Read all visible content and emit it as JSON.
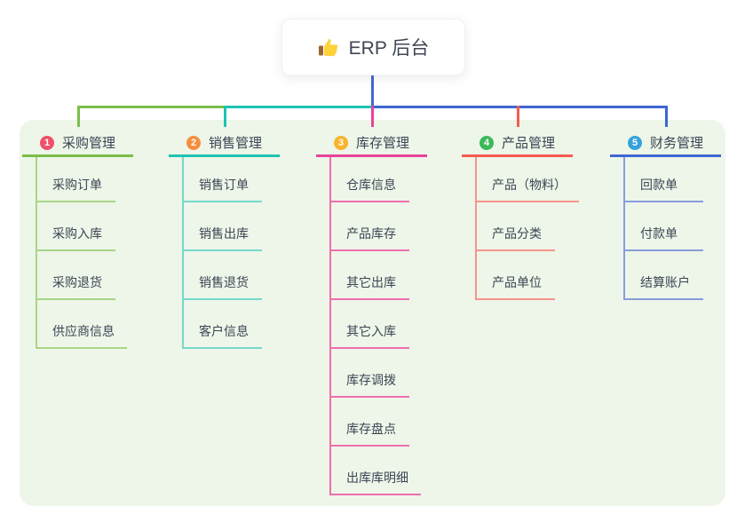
{
  "root": {
    "title": "ERP 后台",
    "icon": "thumbs-up-icon"
  },
  "panel_color": "#edf6e8",
  "connector": {
    "root_stem_color": "#4565d2"
  },
  "branches": [
    {
      "index": "1",
      "title": "采购管理",
      "badge_color": "#f0506a",
      "line_color": "#7cbe4a",
      "child_line_color": "#a9d589",
      "children": [
        "采购订单",
        "采购入库",
        "采购退货",
        "供应商信息"
      ]
    },
    {
      "index": "2",
      "title": "销售管理",
      "badge_color": "#f68e3e",
      "line_color": "#1ec3b2",
      "child_line_color": "#76d8cb",
      "children": [
        "销售订单",
        "销售出库",
        "销售退货",
        "客户信息"
      ]
    },
    {
      "index": "3",
      "title": "库存管理",
      "badge_color": "#f9b32c",
      "line_color": "#e8429a",
      "child_line_color": "#ef6fae",
      "children": [
        "仓库信息",
        "产品库存",
        "其它出库",
        "其它入库",
        "库存调拨",
        "库存盘点",
        "出库库明细"
      ]
    },
    {
      "index": "4",
      "title": "产品管理",
      "badge_color": "#3cb95a",
      "line_color": "#f75b50",
      "child_line_color": "#f9948c",
      "children": [
        "产品（物料）",
        "产品分类",
        "产品单位"
      ]
    },
    {
      "index": "5",
      "title": "财务管理",
      "badge_color": "#35a2dc",
      "line_color": "#3e66d3",
      "child_line_color": "#8a9cdd",
      "children": [
        "回款单",
        "付款单",
        "结算账户"
      ]
    }
  ]
}
